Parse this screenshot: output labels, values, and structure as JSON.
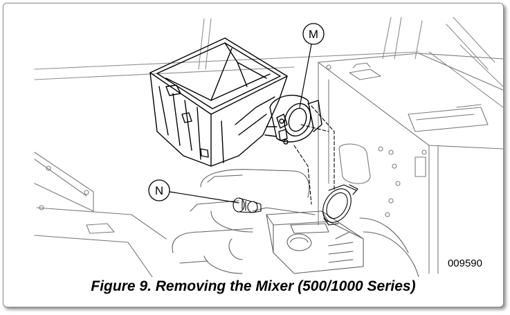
{
  "figure": {
    "caption": "Figure 9. Removing the Mixer (500/1000 Series)",
    "image_number": "009590",
    "callouts": {
      "m": "M",
      "n": "N"
    }
  }
}
